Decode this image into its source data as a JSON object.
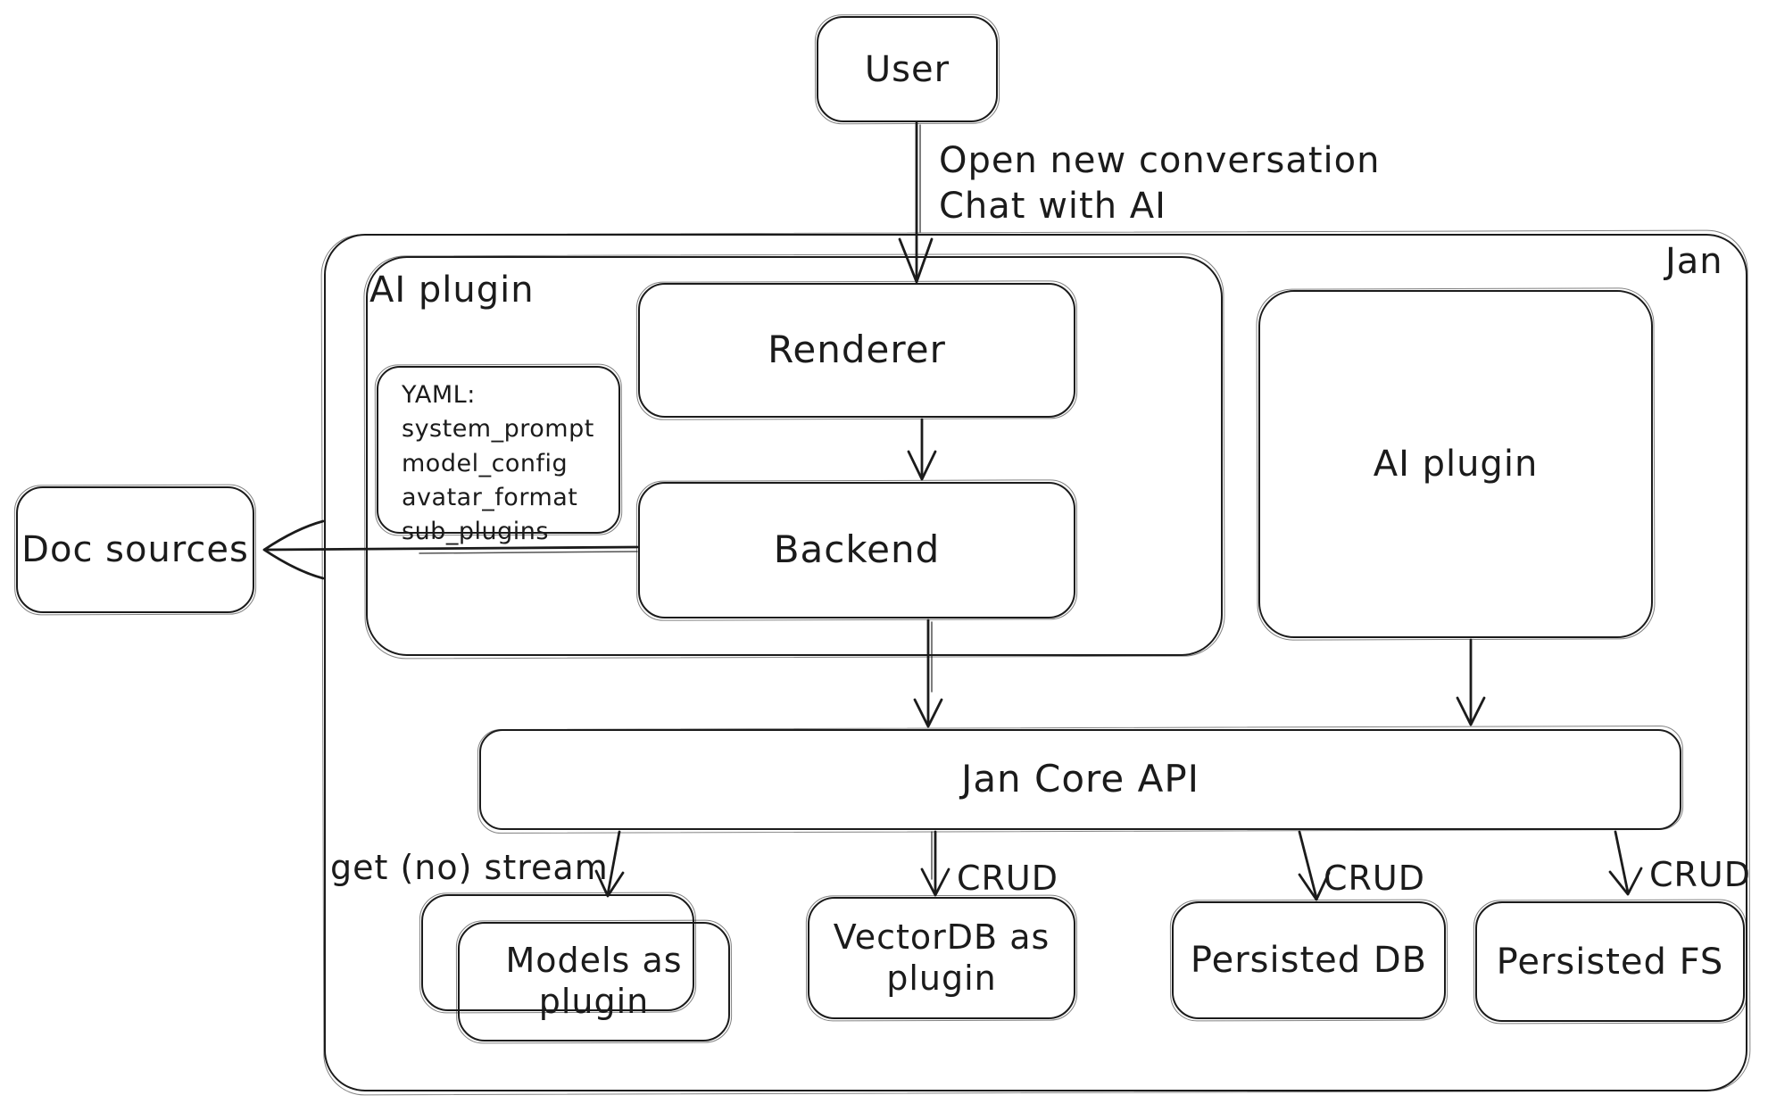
{
  "nodes": {
    "user": "User",
    "jan": "Jan",
    "ai_plugin_container": "AI plugin",
    "renderer": "Renderer",
    "backend": "Backend",
    "doc_sources": "Doc sources",
    "ai_plugin_box": "AI plugin",
    "jan_core_api": "Jan Core API",
    "models": "Models as\nplugin",
    "vectordb": "VectorDB as\nplugin",
    "persisted_db": "Persisted DB",
    "persisted_fs": "Persisted FS"
  },
  "yaml_note": {
    "title": "YAML:",
    "lines": [
      "system_prompt",
      "model_config",
      "avatar_format",
      "sub_plugins"
    ]
  },
  "edge_labels": {
    "user_flow": "Open new conversation\nChat with AI",
    "get_stream": "get (no) stream",
    "crud": [
      "CRUD",
      "CRUD",
      "CRUD"
    ]
  },
  "colors": {
    "stroke": "#1b1b1b",
    "background": "#ffffff"
  }
}
